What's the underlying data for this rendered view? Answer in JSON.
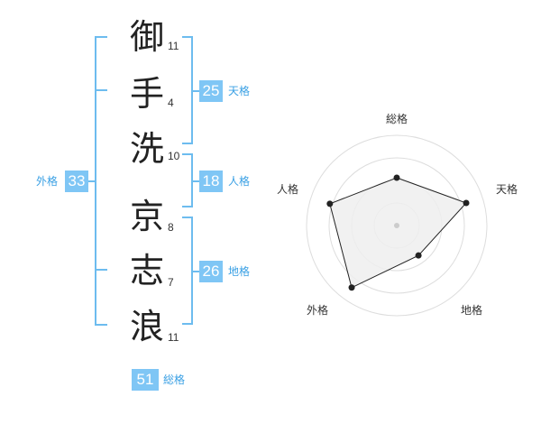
{
  "characters": [
    {
      "char": "御",
      "strokes": "11"
    },
    {
      "char": "手",
      "strokes": "4"
    },
    {
      "char": "洗",
      "strokes": "10"
    },
    {
      "char": "京",
      "strokes": "8"
    },
    {
      "char": "志",
      "strokes": "7"
    },
    {
      "char": "浪",
      "strokes": "11"
    }
  ],
  "kakusu": {
    "tenkaku": {
      "value": "25",
      "label": "天格"
    },
    "jinkaku": {
      "value": "18",
      "label": "人格"
    },
    "chikaku": {
      "value": "26",
      "label": "地格"
    },
    "gaikaku": {
      "value": "33",
      "label": "外格"
    },
    "soukaku": {
      "value": "51",
      "label": "総格"
    }
  },
  "radar": {
    "axes": [
      "総格",
      "天格",
      "地格",
      "外格",
      "人格"
    ],
    "values": [
      0.53,
      0.81,
      0.41,
      0.85,
      0.78
    ],
    "ring_count": 4,
    "accent_color": "#7fc6f5",
    "fill_color": "#eeeeee",
    "line_color": "#222222"
  }
}
